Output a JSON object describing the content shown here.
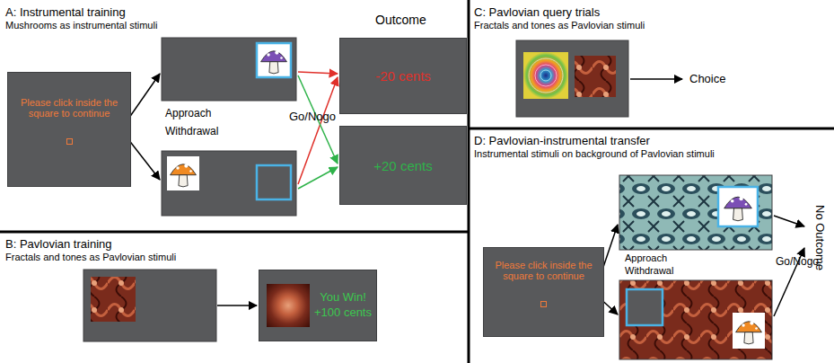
{
  "diagram": {
    "nodes": [
      {
        "text": [
          "A: Instrumental training",
          "Mushrooms as instrumental stimuli"
        ]
      },
      {
        "text": [
          "Please click inside the square to continue"
        ],
        "in": 0
      },
      {
        "text": [
          "-20 cents"
        ],
        "in": 0
      },
      {
        "text": [
          "+20 cents"
        ],
        "in": 0
      },
      {
        "text": [
          "B: Pavlovian training",
          "Fractals and tones as Pavlovian stimuli"
        ]
      },
      {
        "text": [
          "You Win! +100 cents"
        ],
        "in": 4
      },
      {
        "text": [
          "C: Pavlovian query trials",
          "Fractals and tones as Pavlovian stimuli"
        ]
      },
      {
        "text": [
          "D: Pavlovian-instrumental transfer",
          "Instrumental stimuli on background of Pavlovian stimuli"
        ]
      },
      {
        "text": [
          "Please click inside the square to continue"
        ],
        "in": 7
      }
    ],
    "labels": [
      "Outcome",
      "Approach",
      "Withdrawal",
      "Go/Nogo",
      "Choice",
      "Approach",
      "Withdrawal",
      "Go/Nogo",
      "No Outcome"
    ]
  }
}
